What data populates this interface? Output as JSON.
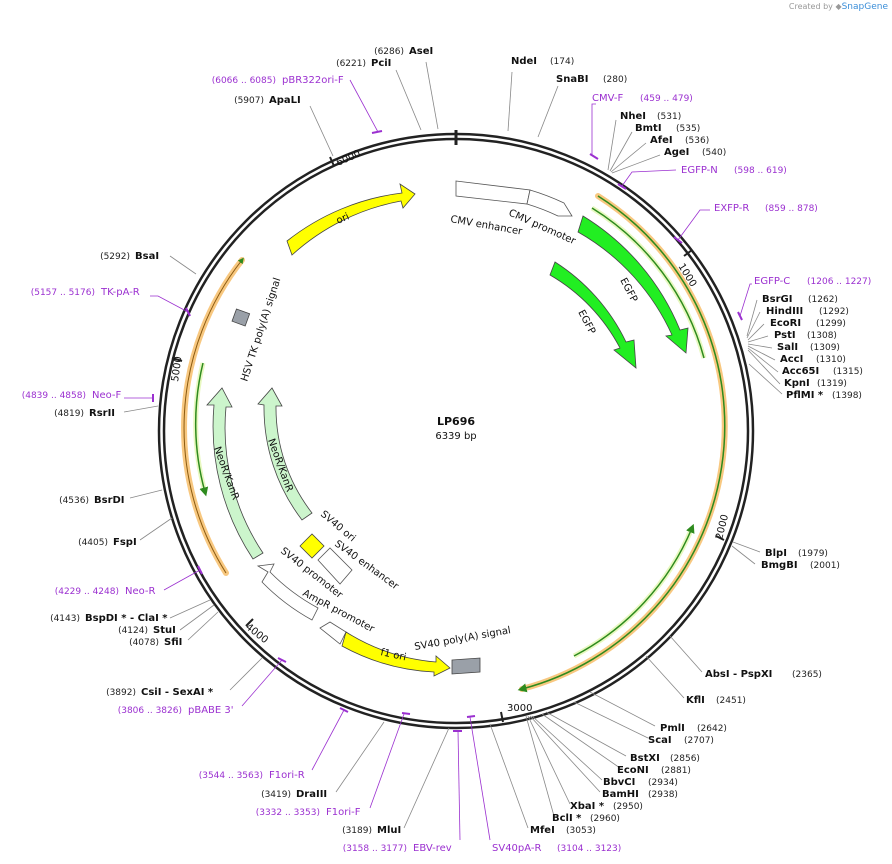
{
  "credit": {
    "text": "Created by",
    "brand": "SnapGene"
  },
  "plasmid": {
    "name": "LP696",
    "length_label": "6339 bp"
  },
  "ticks": [
    "1000",
    "2000",
    "3000",
    "4000",
    "5000",
    "6000"
  ],
  "enzymes": [
    {
      "name": "AseI",
      "pos": "(6286)"
    },
    {
      "name": "PciI",
      "pos": "(6221)"
    },
    {
      "name": "ApaLI",
      "pos": "(5907)"
    },
    {
      "name": "NdeI",
      "pos": "(174)"
    },
    {
      "name": "SnaBI",
      "pos": "(280)"
    },
    {
      "name": "NheI",
      "pos": "(531)"
    },
    {
      "name": "BmtI",
      "pos": "(535)"
    },
    {
      "name": "AfeI",
      "pos": "(536)"
    },
    {
      "name": "AgeI",
      "pos": "(540)"
    },
    {
      "name": "BsrGI",
      "pos": "(1262)"
    },
    {
      "name": "HindIII",
      "pos": "(1292)"
    },
    {
      "name": "EcoRI",
      "pos": "(1299)"
    },
    {
      "name": "PstI",
      "pos": "(1308)"
    },
    {
      "name": "SalI",
      "pos": "(1309)"
    },
    {
      "name": "AccI",
      "pos": "(1310)"
    },
    {
      "name": "Acc65I",
      "pos": "(1315)"
    },
    {
      "name": "KpnI",
      "pos": "(1319)"
    },
    {
      "name": "PflMI *",
      "pos": "(1398)"
    },
    {
      "name": "BlpI",
      "pos": "(1979)"
    },
    {
      "name": "BmgBI",
      "pos": "(2001)"
    },
    {
      "name": "AbsI - PspXI",
      "pos": "(2365)"
    },
    {
      "name": "KflI",
      "pos": "(2451)"
    },
    {
      "name": "PmlI",
      "pos": "(2642)"
    },
    {
      "name": "ScaI",
      "pos": "(2707)"
    },
    {
      "name": "BstXI",
      "pos": "(2856)"
    },
    {
      "name": "EcoNI",
      "pos": "(2881)"
    },
    {
      "name": "BbvCI",
      "pos": "(2934)"
    },
    {
      "name": "BamHI",
      "pos": "(2938)"
    },
    {
      "name": "XbaI *",
      "pos": "(2950)"
    },
    {
      "name": "BclI *",
      "pos": "(2960)"
    },
    {
      "name": "MfeI",
      "pos": "(3053)"
    },
    {
      "name": "MluI",
      "pos": "(3189)"
    },
    {
      "name": "DraIII",
      "pos": "(3419)"
    },
    {
      "name": "CsiI - SexAI *",
      "pos": "(3892)"
    },
    {
      "name": "BspDI * - ClaI *",
      "pos": "(4143)"
    },
    {
      "name": "StuI",
      "pos": "(4124)"
    },
    {
      "name": "SfiI",
      "pos": "(4078)"
    },
    {
      "name": "FspI",
      "pos": "(4405)"
    },
    {
      "name": "BsrDI",
      "pos": "(4536)"
    },
    {
      "name": "RsrII",
      "pos": "(4819)"
    },
    {
      "name": "BsaI",
      "pos": "(5292)"
    }
  ],
  "primers": [
    {
      "name": "pBR322ori-F",
      "range": "(6066 .. 6085)"
    },
    {
      "name": "CMV-F",
      "range": "(459 .. 479)"
    },
    {
      "name": "EGFP-N",
      "range": "(598 .. 619)"
    },
    {
      "name": "EXFP-R",
      "range": "(859 .. 878)"
    },
    {
      "name": "EGFP-C",
      "range": "(1206 .. 1227)"
    },
    {
      "name": "TK-pA-R",
      "range": "(5157 .. 5176)"
    },
    {
      "name": "Neo-F",
      "range": "(4839 .. 4858)"
    },
    {
      "name": "Neo-R",
      "range": "(4229 .. 4248)"
    },
    {
      "name": "pBABE 3'",
      "range": "(3806 .. 3826)"
    },
    {
      "name": "F1ori-R",
      "range": "(3544 .. 3563)"
    },
    {
      "name": "F1ori-F",
      "range": "(3332 .. 3353)"
    },
    {
      "name": "EBV-rev",
      "range": "(3158 .. 3177)"
    },
    {
      "name": "SV40pA-R",
      "range": "(3104 .. 3123)"
    }
  ],
  "features": {
    "ori": "ori",
    "cmv_enhancer": "CMV enhancer",
    "cmv_promoter": "CMV promoter",
    "egfp_a": "EGFP",
    "egfp_b": "EGFP",
    "hsv_tk": "HSV TK poly(A) signal",
    "neor_a": "NeoR/KanR",
    "neor_b": "NeoR/KanR",
    "sv40_ori": "SV40 ori",
    "sv40_enhancer": "SV40 enhancer",
    "sv40_promoter": "SV40 promoter",
    "ampr_promoter": "AmpR promoter",
    "f1_ori": "f1 ori",
    "sv40_polya": "SV40 poly(A) signal"
  },
  "colors": {
    "backbone": "#222222",
    "ori": "#ffff00",
    "egfp": "#22ee22",
    "neor": "#ccf5cc",
    "promoter": "#ffffff",
    "polya": "#9aa0a8",
    "orf_line": "#2e8b1e",
    "orf_highlight": "#f8c880",
    "primer": "#9b30d0"
  }
}
